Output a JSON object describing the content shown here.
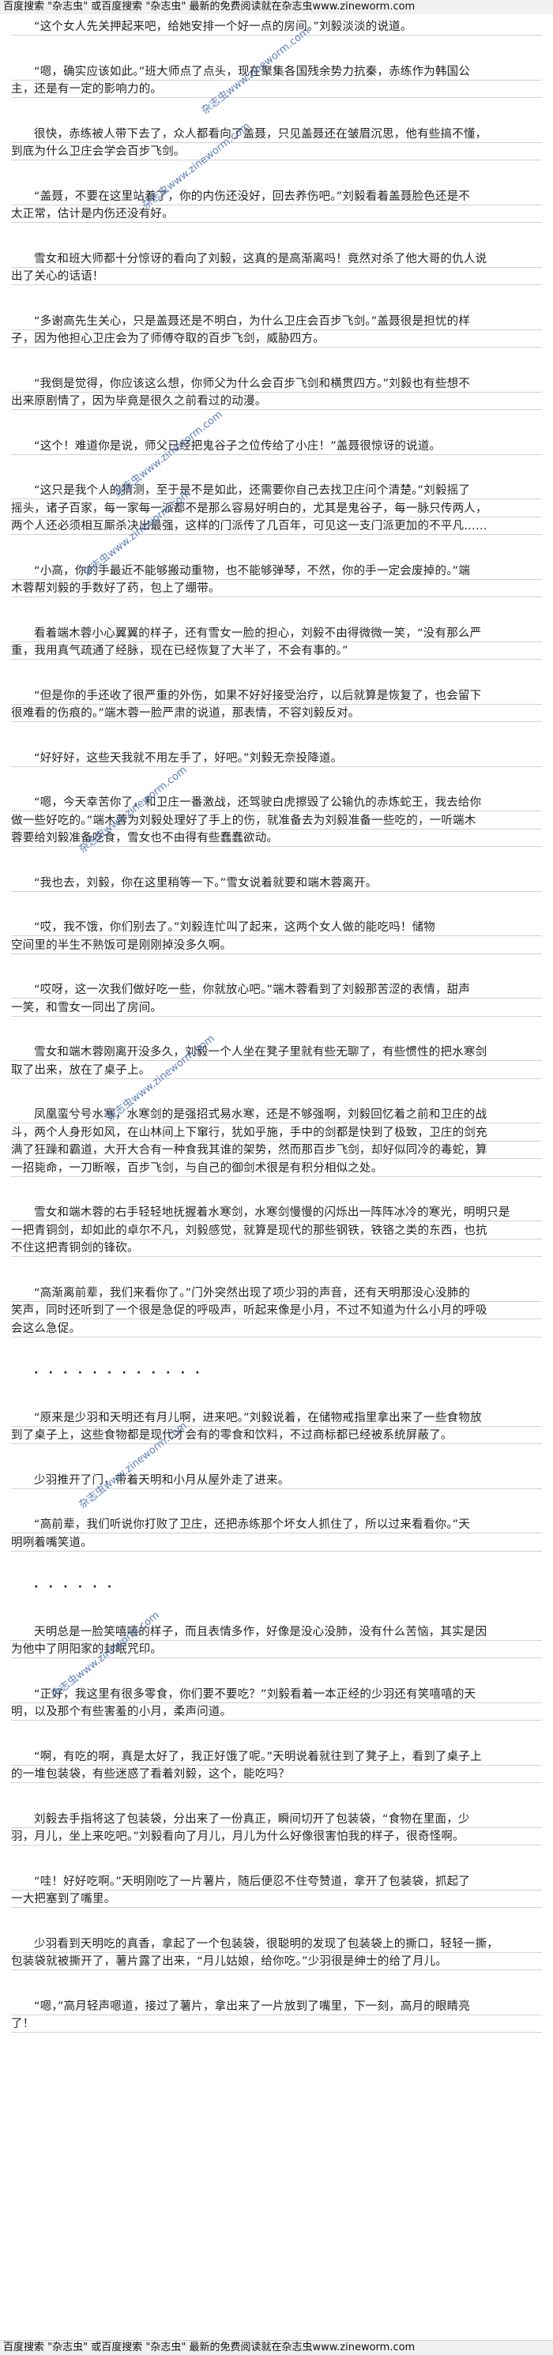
{
  "banner": {
    "top": "百度搜索 \"杂志虫\" 或百度搜索 \"杂志虫\" 最新的免费阅读就在杂志虫www.zineworm.com",
    "bottom": "百度搜索 \"杂志虫\" 或百度搜索 \"杂志虫\" 最新的免费阅读就在杂志虫www.zineworm.com"
  },
  "watermark": {
    "text": "杂志虫www.zineworm.com"
  },
  "paragraphs": [
    [
      "“这个女人先关押起来吧，给她安排一个好一点的房间。”刘毅淡淡的说道。"
    ],
    [
      "“嗯，确实应该如此。”班大师点了点头，现在聚集各国残余势力抗秦，赤练作为韩国公",
      "主，还是有一定的影响力的。"
    ],
    [
      "很快，赤练被人带下去了，众人都看向了盖聂，只见盖聂还在皱眉沉思，他有些搞不懂，",
      "到底为什么卫庄会学会百步飞剑。"
    ],
    [
      "“盖聂，不要在这里站着了，你的内伤还没好，回去养伤吧。”刘毅看着盖聂脸色还是不",
      "太正常，估计是内伤还没有好。"
    ],
    [
      "雪女和班大师都十分惊讶的看向了刘毅，这真的是高渐离吗！竟然对杀了他大哥的仇人说",
      "出了关心的话语！"
    ],
    [
      "“多谢高先生关心，只是盖聂还是不明白，为什么卫庄会百步飞剑。”盖聂很是担忧的样",
      "子，因为他担心卫庄会为了师傅夺取的百步飞剑，威胁四方。"
    ],
    [
      "“我倒是觉得，你应该这么想，你师父为什么会百步飞剑和横贯四方。”刘毅也有些想不",
      "出来原剧情了，因为毕竟是很久之前看过的动漫。"
    ],
    [
      "“这个！难道你是说，师父已经把鬼谷子之位传给了小庄！”盖聂很惊讶的说道。"
    ],
    [
      "“这只是我个人的猜测，至于是不是如此，还需要你自己去找卫庄问个清楚。”刘毅摇了",
      "摇头，诸子百家，每一家每一派都不是那么容易好明白的，尤其是鬼谷子，每一脉只传两人，",
      "两个人还必须相互厮杀决出最强，这样的门派传了几百年，可见这一支门派更加的不平凡……"
    ],
    [
      "“小高，你的手最近不能够搬动重物，也不能够弹琴，不然，你的手一定会废掉的。”端",
      "木蓉帮刘毅的手数好了药，包上了绷带。"
    ],
    [
      "看着端木蓉小心翼翼的样子，还有雪女一脸的担心，刘毅不由得微微一笑，“没有那么严",
      "重，我用真气疏通了经脉，现在已经恢复了大半了，不会有事的。”"
    ],
    [
      "“但是你的手还收了很严重的外伤，如果不好好接受治疗，以后就算是恢复了，也会留下",
      "很难看的伤痕的。”端木蓉一脸严肃的说道，那表情，不容刘毅反对。"
    ],
    [
      "“好好好，这些天我就不用左手了，好吧。”刘毅无奈投降道。"
    ],
    [
      "“嗯，今天幸苦你了，和卫庄一番激战，还驾驶白虎擦毁了公输仇的赤炼蛇王，我去给你",
      "做一些好吃的。”端木蓉为刘毅处理好了手上的伤，就准备去为刘毅准备一些吃的，一听端木",
      "蓉要给刘毅准备吃食，雪女也不由得有些蠢蠢欲动。"
    ],
    [
      "“我也去，刘毅，你在这里稍等一下。”雪女说着就要和端木蓉离开。"
    ],
    [
      "“哎，我不饿，你们别去了。”刘毅连忙叫了起来，这两个女人做的能吃吗！储物",
      "空间里的半生不熟饭可是刚刚掉没多久啊。"
    ],
    [
      "“哎呀，这一次我们做好吃一些，你就放心吧。”端木蓉看到了刘毅那苦涩的表情，甜声",
      "一笑，和雪女一同出了房间。"
    ],
    [
      "雪女和端木蓉刚离开没多久，刘毅一个人坐在凳子里就有些无聊了，有些惯性的把水寒剑",
      "取了出来，放在了桌子上。"
    ],
    [
      "凤凰蛮兮号水寒，水寒剑的是强招式易水寒，还是不够强啊，刘毅回忆着之前和卫庄的战",
      "斗，两个人身形如风，在山林间上下窜行，犹如乎施，手中的剑都是快到了极致，卫庄的剑充",
      "满了狂躁和霸道，大开大合有一种食我其谁的架势，然而那百步飞剑，却好似同冷的毒蛇，算",
      "一招毙命，一刀断喉，百步飞剑，与自己的御剑术很是有积分相似之处。"
    ],
    [
      "雪女和端木蓉的右手轻轻地抚握着水寒剑，水寒剑慢慢的闪烁出一阵阵冰冷的寒光，明明只是",
      "一把青铜剑，却如此的卓尔不凡，刘毅感觉，就算是现代的那些钢铁，铁铬之类的东西，也抗",
      "不住这把青铜剑的锋砍。"
    ],
    [
      "“高渐离前辈，我们来看你了。”门外突然出现了项少羽的声音，还有天明那没心没肺的",
      "笑声，同时还听到了一个很是急促的呼吸声，听起来像是小月，不过不知道为什么小月的呼吸",
      "会这么急促。"
    ],
    [
      "· · · · · · · · · · · ·"
    ],
    [
      "“原来是少羽和天明还有月儿啊，进来吧。”刘毅说着，在储物戒指里拿出来了一些食物放",
      "到了桌子上，这些食物都是现代才会有的零食和饮料，不过商标都已经被系统屏蔽了。"
    ],
    [
      "少羽推开了门，带着天明和小月从屋外走了进来。"
    ],
    [
      "“高前辈，我们听说你打败了卫庄，还把赤练那个坏女人抓住了，所以过来看看你。”天",
      "明咧着嘴笑道。"
    ],
    [
      "· · · · · ·"
    ],
    [
      "天明总是一脸笑嘻嘻的样子，而且表情多作，好像是没心没肺，没有什么苦恼，其实是因",
      "为他中了阴阳家的封眠咒印。"
    ],
    [
      "“正好，我这里有很多零食，你们要不要吃？”刘毅看着一本正经的少羽还有笑嘻嘻的天",
      "明，以及那个有些害羞的小月，柔声问道。"
    ],
    [
      "“啊，有吃的啊，真是太好了，我正好饿了呢。”天明说着就往到了凳子上，看到了桌子上",
      "的一堆包装袋，有些迷惑了看着刘毅，这个，能吃吗？"
    ],
    [
      "刘毅去手指将这了包装袋，分出来了一份真正，瞬间切开了包装袋，“食物在里面，少",
      "羽，月儿，坐上来吃吧。”刘毅看向了月儿，月儿为什么好像很害怕我的样子，很奇怪啊。"
    ],
    [
      "“哇！好好吃啊。”天明刚吃了一片薯片，随后便忍不住夸赞道，拿开了包装袋，抓起了",
      "一大把塞到了嘴里。"
    ],
    [
      "少羽看到天明吃的真香，拿起了一个包装袋，很聪明的发现了包装袋上的撕口，轻轻一撕，",
      "包装袋就被撕开了，薯片露了出来，“月儿姑娘，给你吃。”少羽很是绅士的给了月儿。"
    ],
    [
      "“嗯，”高月轻声嗯道，接过了薯片，拿出来了一片放到了嘴里，下一刻，高月的眼睛亮",
      "了！"
    ]
  ]
}
